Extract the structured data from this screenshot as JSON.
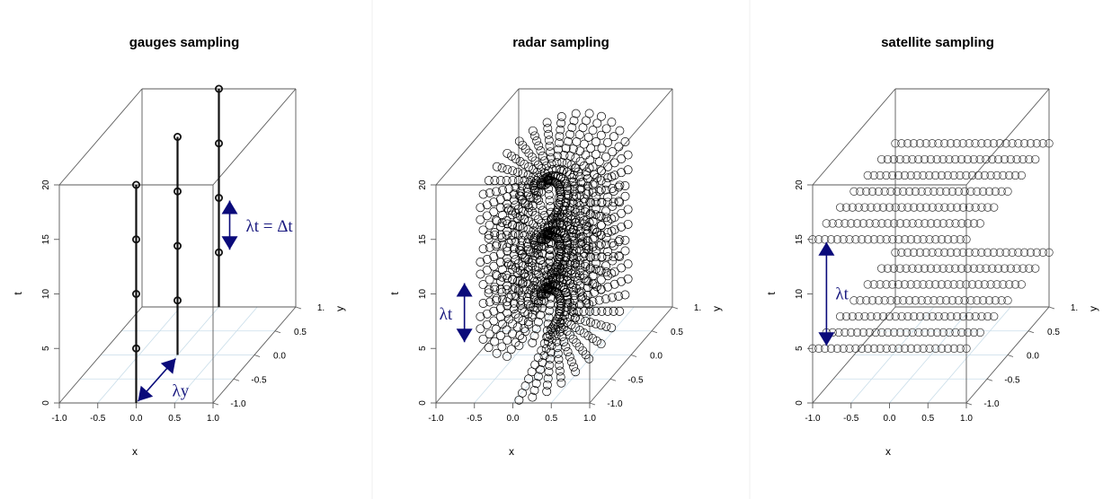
{
  "colors": {
    "annotation": "#0a0a7a",
    "box": "#5a5a5a",
    "floor_grid": "#c9dde9",
    "points": "#000000",
    "panel_divider": "#ececec"
  },
  "chart_data": [
    {
      "type": "scatter",
      "title": "gauges sampling",
      "xlabel": "x",
      "ylabel": "y",
      "zlabel": "t",
      "xlim": [
        -1,
        1
      ],
      "ylim": [
        -1,
        1
      ],
      "zlim": [
        0,
        20
      ],
      "x_ticks": [
        "-1.0",
        "-0.5",
        "0.0",
        "0.5",
        "1.0"
      ],
      "y_ticks": [
        "-1.0",
        "-0.5",
        "0.0",
        "0.5",
        "1."
      ],
      "z_ticks": [
        "0",
        "5",
        "10",
        "15",
        "20"
      ],
      "grid": true,
      "series": [
        {
          "x": 0.0,
          "y": -1.0,
          "t": [
            5,
            10,
            15,
            20
          ]
        },
        {
          "x": 0.0,
          "y": 0.0,
          "t": [
            5,
            10,
            15,
            20
          ]
        },
        {
          "x": 0.0,
          "y": 1.0,
          "t": [
            5,
            10,
            15,
            20
          ]
        }
      ],
      "annotations": [
        {
          "label": "λt = Δt",
          "kind": "vertical-arrow",
          "t_from": 5,
          "t_to": 10
        },
        {
          "label": "λy",
          "kind": "diagonal-arrow",
          "y_from": -1.0,
          "y_to": 0.0
        }
      ]
    },
    {
      "type": "scatter",
      "title": "radar sampling",
      "xlabel": "x",
      "ylabel": "y",
      "zlabel": "t",
      "xlim": [
        -1,
        1
      ],
      "ylim": [
        -1,
        1
      ],
      "zlim": [
        0,
        20
      ],
      "x_ticks": [
        "-1.0",
        "-0.5",
        "0.0",
        "0.5",
        "1.0"
      ],
      "y_ticks": [
        "-1.0",
        "-0.5",
        "0.0",
        "0.5",
        "1."
      ],
      "z_ticks": [
        "0",
        "5",
        "10",
        "15",
        "20"
      ],
      "grid": true,
      "pattern": "rotating scans (radial rays of points)",
      "scan_times": [
        5,
        10,
        15
      ],
      "annotations": [
        {
          "label": "λt",
          "kind": "vertical-arrow",
          "t_from": 5,
          "t_to": 10
        }
      ]
    },
    {
      "type": "scatter",
      "title": "satellite sampling",
      "xlabel": "x",
      "ylabel": "y",
      "zlabel": "t",
      "xlim": [
        -1,
        1
      ],
      "ylim": [
        -1,
        1
      ],
      "zlim": [
        0,
        20
      ],
      "x_ticks": [
        "-1.0",
        "-0.5",
        "0.0",
        "0.5",
        "1.0"
      ],
      "y_ticks": [
        "-1.0",
        "-0.5",
        "0.0",
        "0.5",
        "1."
      ],
      "z_ticks": [
        "0",
        "5",
        "10",
        "15",
        "20"
      ],
      "grid": true,
      "pattern": "regular x–y grid at each overpass",
      "pass_times": [
        5,
        15
      ],
      "annotations": [
        {
          "label": "λt",
          "kind": "vertical-arrow",
          "t_from": 5,
          "t_to": 15
        }
      ]
    }
  ]
}
